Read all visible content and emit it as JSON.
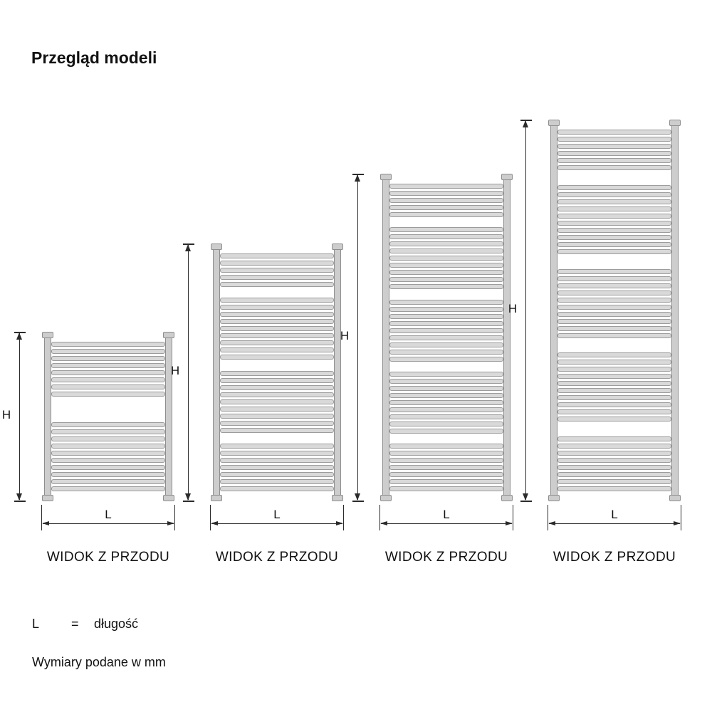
{
  "page": {
    "title": "Przegląd modeli",
    "units_note": "Wymiary podane w mm"
  },
  "legend": {
    "symbol": "L",
    "equals": "=",
    "definition": "długość"
  },
  "diagram": {
    "view_label": "WIDOK Z PRZODU",
    "height_label": "H",
    "length_label": "L",
    "models": [
      {
        "name": "model-1",
        "tube_groups": [
          8,
          10
        ]
      },
      {
        "name": "model-2",
        "tube_groups": [
          5,
          9,
          9,
          7
        ]
      },
      {
        "name": "model-3",
        "tube_groups": [
          5,
          9,
          9,
          9,
          7
        ]
      },
      {
        "name": "model-4",
        "tube_groups": [
          6,
          10,
          10,
          10,
          8
        ]
      }
    ],
    "colors": {
      "tube_fill": "#d9d9d9",
      "tube_border": "#9c9c9c",
      "rail_fill": "#cdcdcd",
      "rail_border": "#8e8e8e",
      "dimension_line": "#2b2b2b"
    }
  }
}
